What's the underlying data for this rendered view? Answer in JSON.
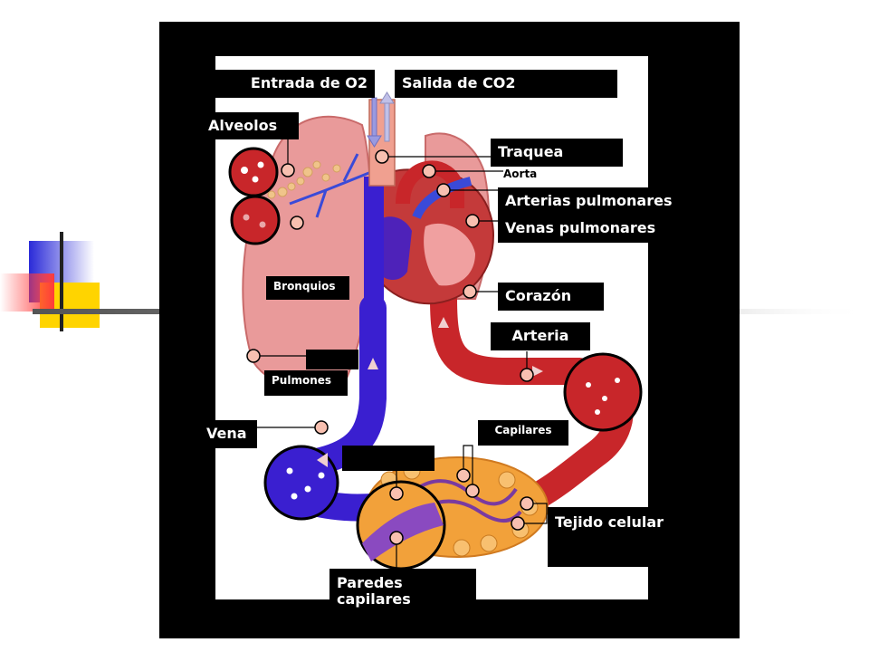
{
  "labels": {
    "entrada_o2": "Entrada de O2",
    "salida_co2": "Salida de CO2",
    "alveolos": "Alveolos",
    "traquea": "Traquea",
    "aorta": "Aorta",
    "arterias_pulmonares": "Arterias pulmonares",
    "venas_pulmonares": "Venas pulmonares",
    "bronquios": "Bronquios",
    "corazon": "Corazón",
    "arteria": "Arteria",
    "pulmones": "Pulmones",
    "vena": "Vena",
    "capilares": "Capilares",
    "tejido_celular": "Tejido celular",
    "paredes_capilares_line1": "Paredes",
    "paredes_capilares_line2": "capilares"
  },
  "colors": {
    "frame": "#000000",
    "lung": "#e99a9a",
    "artery": "#c8262a",
    "vein": "#3a1fd0",
    "tissue": "#f2a13a",
    "deco_blue": "#2a2ad8",
    "deco_yellow": "#ffd400",
    "deco_red": "#ff3b3b"
  }
}
